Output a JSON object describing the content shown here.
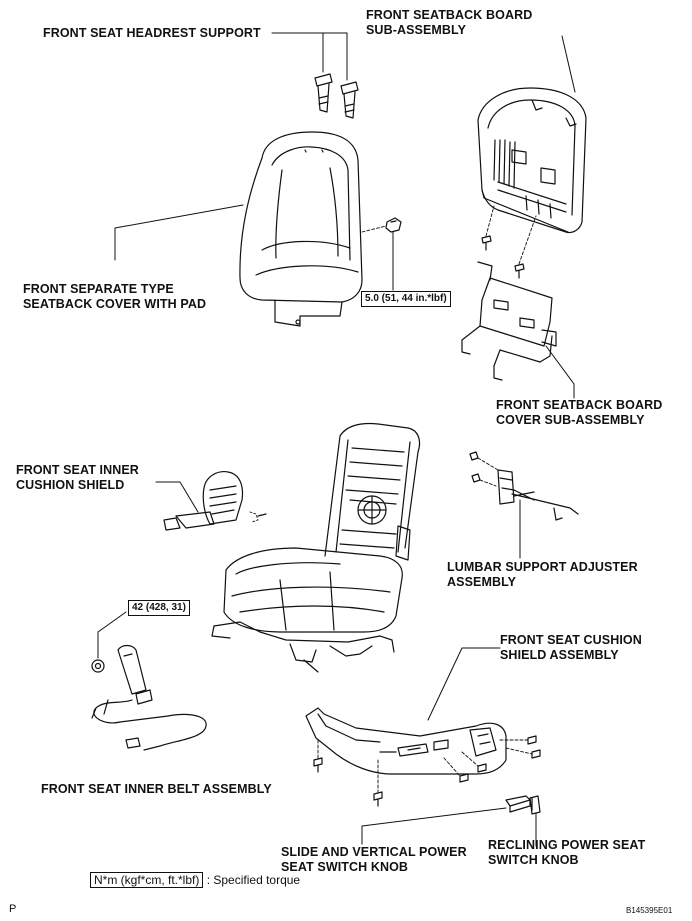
{
  "labels": {
    "headrest_support": "FRONT SEAT HEADREST SUPPORT",
    "seatback_board_1": "FRONT SEATBACK BOARD",
    "seatback_board_2": "SUB-ASSEMBLY",
    "seatback_cover_1": "FRONT SEPARATE TYPE",
    "seatback_cover_2": "SEATBACK COVER WITH PAD",
    "board_cover_1": "FRONT SEATBACK BOARD",
    "board_cover_2": "COVER SUB-ASSEMBLY",
    "inner_shield_1": "FRONT SEAT INNER",
    "inner_shield_2": "CUSHION SHIELD",
    "lumbar_1": "LUMBAR SUPPORT ADJUSTER",
    "lumbar_2": "ASSEMBLY",
    "cushion_shield_1": "FRONT SEAT CUSHION",
    "cushion_shield_2": "SHIELD ASSEMBLY",
    "inner_belt": "FRONT SEAT INNER BELT ASSEMBLY",
    "slide_knob_1": "SLIDE AND VERTICAL POWER",
    "slide_knob_2": "SEAT SWITCH KNOB",
    "reclining_knob_1": "RECLINING POWER SEAT",
    "reclining_knob_2": "SWITCH KNOB"
  },
  "torques": {
    "seatback_nut": "5.0 (51, 44 in.*lbf)",
    "belt_bolt": "42 (428, 31)"
  },
  "legend": {
    "unit_box": "N*m (kgf*cm, ft.*lbf)",
    "unit_text": ": Specified torque"
  },
  "corner_left": "P",
  "figure_code": "B145395E01",
  "colors": {
    "ink": "#111111",
    "background": "#ffffff"
  }
}
